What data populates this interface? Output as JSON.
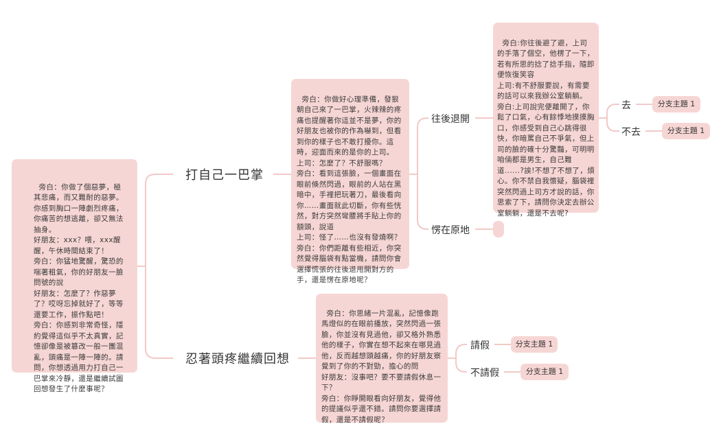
{
  "root": {
    "text": "旁白：你做了個惡夢，極其悲痛，而又難耐的惡夢。你感到胸口一陣劇烈疼痛，你痛苦的想逃離，卻又無法抽身。\n好朋友：xxx？喂，xxx醒醒，午休時間結束了！\n旁白：你猛地驚醒，驚恐的喘著粗氣，你的好朋友一臉問號的說\n好朋友：怎麼了？作惡夢了？哎呀忘掉就好了，等等還要工作，振作點吧！\n旁白：你感到非常奇怪，隱約覺得這似乎不太真實，記憶卻像是被篡改一般一團混亂，頭痛是一陣一陣的。請問，你想透過用力打自己一巴掌來冷靜，還是繼續試圖回想發生了什麼事呢？"
  },
  "branch1": {
    "label": "打自己一巴掌",
    "text": "旁白：你做好心理準備，發狠朝自己來了一巴掌，火辣辣的疼痛也提醒著你這並不是夢，你的好朋友也被你的作為嚇到，但看到你的樣子也不敢打擾你。這時，迎面而來的是你的上司。\n上司：怎麼了？不舒服嗎？\n旁白：看到這張臉，一個畫面在眼前倏然閃過，眼前的人站在黑暗中，手裡把玩著刀，最後看向你……畫面就此切斷，你有些恍然，對方突然彎腰將手貼上你的額頭，說道\n上司：怪了……也沒有發燒啊？\n旁白：你們距離有些相近，你突然覺得腦袋有點當機，請問你會選擇慌張的往後退甩開對方的手，還是愣在原地呢？",
    "option1": {
      "label": "往後退開",
      "text": "旁白:你往後避了避，上司的手落了個空，他楞了一下，若有所思的捻了捻手指，隨即便恢復笑容\n上司:有不舒服要說，有需要的話可以來我辦公室躺躺。\n旁白:上司說完便離開了，你鬆了口氣，心有餘悸地摸摸胸口，你感受到自己心跳得很快，你暗罵自己不爭氣，但上司的臉的確十分驚豔，可明明咱倆都是男生，自己難道......?誒!不想了不想了，煩心。你不禁自我懷疑，腦袋裡突然閃過上司方才說的話，你思索了下，請問你決定去辦公室躺躺，還是不去呢?",
      "choices": [
        {
          "label": "去",
          "leaf": "分支主題 1"
        },
        {
          "label": "不去",
          "leaf": "分支主題 1"
        }
      ]
    },
    "option2": {
      "label": "愣在原地",
      "text": ""
    }
  },
  "branch2": {
    "label": "忍著頭疼繼續回想",
    "text": "旁白：你思緒一片混亂，記憶像跑馬燈似的在眼前播放，突然閃過一張臉，你並沒有見過他，卻又格外熟悉他的樣子，你實在想不起來在哪見過他，反而越想頭越痛，你的好朋友察覺到了你的不對勁，擔心的問\n好朋友：沒事吧？要不要請假休息一下？\n旁白：你睜開眼看向好朋友，覺得他的提議似乎還不錯。請問你要選擇請假，還是不請假呢？",
    "choices": [
      {
        "label": "請假",
        "leaf": "分支主題 1"
      },
      {
        "label": "不請假",
        "leaf": "分支主題 1"
      }
    ]
  },
  "colors": {
    "node_fill": "#f6d6d4",
    "line": "#f2c9c6"
  }
}
